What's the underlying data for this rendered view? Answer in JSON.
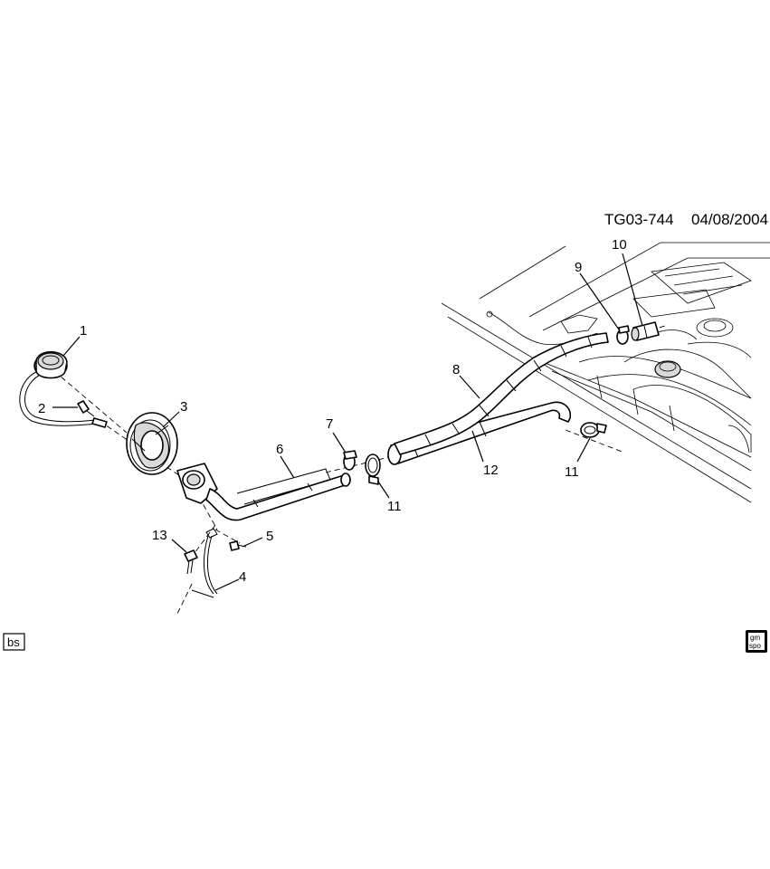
{
  "header": {
    "drawing_id": "TG03-744",
    "date": "04/08/2004"
  },
  "callouts": {
    "c1": "1",
    "c2": "2",
    "c3": "3",
    "c4": "4",
    "c5": "5",
    "c6": "6",
    "c7": "7",
    "c8": "8",
    "c9": "9",
    "c10": "10",
    "c11a": "11",
    "c11b": "11",
    "c12": "12",
    "c13": "13"
  },
  "corner_badge": {
    "text": "bs"
  },
  "logo": {
    "line1": "gm",
    "line2": "spo"
  }
}
